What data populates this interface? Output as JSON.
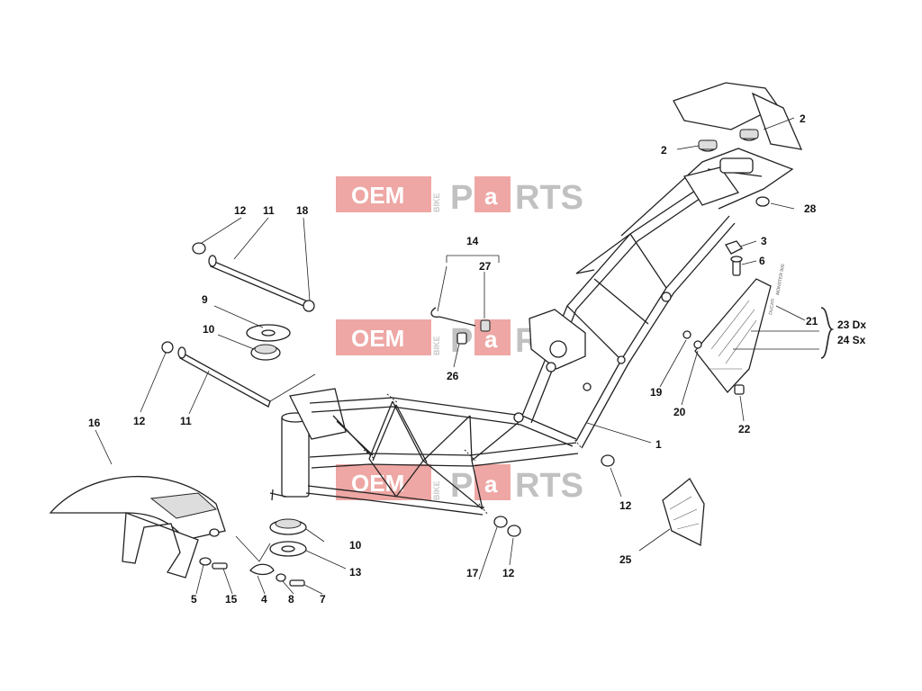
{
  "watermark": {
    "part_oem": "OEM",
    "part_bike": "BIKE",
    "part_p": "P",
    "part_a": "a",
    "part_rts": "RTS"
  },
  "decal_text": {
    "ducati": "DUCATI",
    "model": "MONSTER 900"
  },
  "callouts": {
    "c1": "1",
    "c2a": "2",
    "c2b": "2",
    "c3": "3",
    "c4": "4",
    "c5": "5",
    "c6": "6",
    "c7": "7",
    "c8": "8",
    "c9": "9",
    "c10a": "10",
    "c10b": "10",
    "c11a": "11",
    "c11b": "11",
    "c12a": "12",
    "c12b": "12",
    "c12c": "12",
    "c12d": "12",
    "c13": "13",
    "c14": "14",
    "c15": "15",
    "c16": "16",
    "c17": "17",
    "c18": "18",
    "c19": "19",
    "c20": "20",
    "c21": "21",
    "c22": "22",
    "c23": "23 Dx",
    "c24": "24 Sx",
    "c25": "25",
    "c26": "26",
    "c27": "27",
    "c28": "28"
  }
}
